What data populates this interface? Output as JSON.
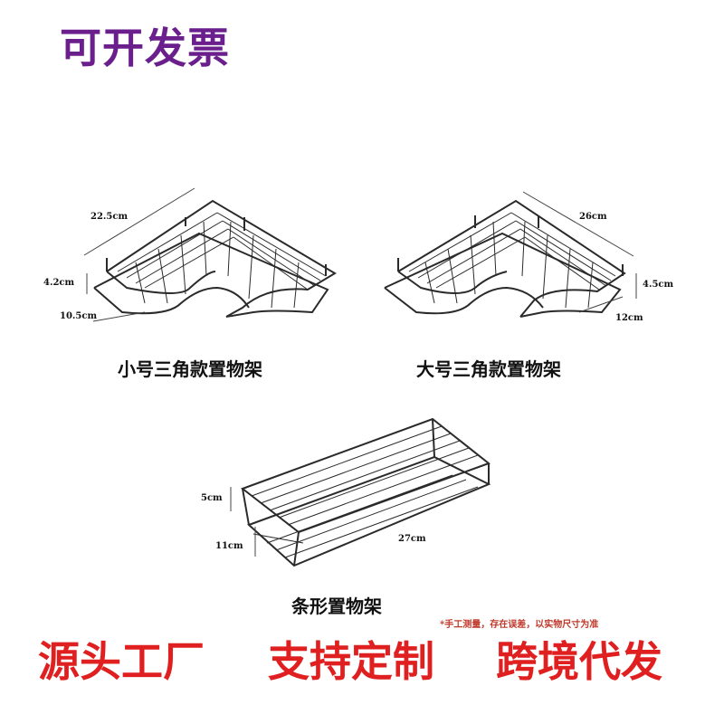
{
  "header": {
    "invoice_text": "可开发票",
    "color": "#6a1f8c"
  },
  "products": {
    "small_corner": {
      "label": "小号三角款置物架",
      "width": "22.5cm",
      "height": "4.2cm",
      "depth": "10.5cm"
    },
    "large_corner": {
      "label": "大号三角款置物架",
      "width": "26cm",
      "height": "4.5cm",
      "depth": "12cm"
    },
    "strip": {
      "label": "条形置物架",
      "height": "5cm",
      "depth": "11cm",
      "length": "27cm"
    }
  },
  "note": {
    "text": "*手工测量，存在误差，以实物尺寸为准",
    "color": "#c0392b"
  },
  "banner": {
    "items": [
      "源头工厂",
      "支持定制",
      "跨境代发"
    ],
    "color": "#e02020"
  },
  "icons": [
    "corner-rack-small-icon",
    "corner-rack-large-icon",
    "strip-rack-icon"
  ]
}
